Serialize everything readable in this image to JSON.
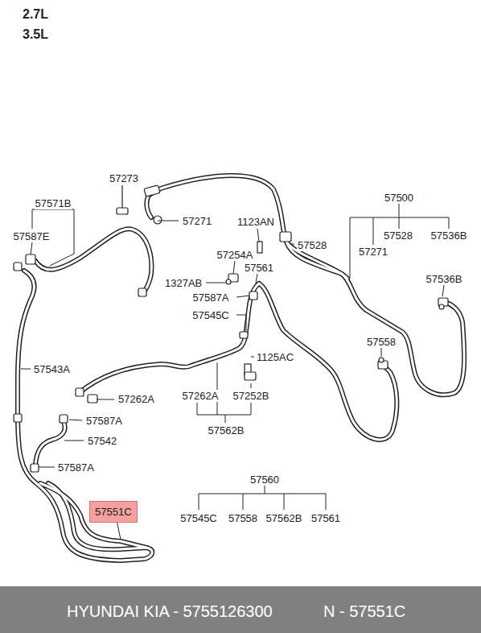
{
  "diagram": {
    "nodes": [
      {
        "text": [
          "57551C"
        ]
      },
      {
        "text": [
          "HYUNDAI  KIA - 5755126300",
          "N - 57551C"
        ]
      }
    ],
    "edges": [],
    "labels": [
      "2.7L",
      "3.5L",
      "57273",
      "57500",
      "57571B",
      "57271",
      "1123AN",
      "57587E",
      "57528",
      "57528",
      "57536B",
      "57271",
      "57254A",
      "57561",
      "1327AB",
      "57536B",
      "57587A",
      "57545C",
      "57558",
      "1125AC",
      "57543A",
      "57262A",
      "57262A",
      "57252B",
      "57587A",
      "57542",
      "57562B",
      "57587A",
      "57560",
      "57545C",
      "57558",
      "57562B",
      "57561"
    ]
  }
}
